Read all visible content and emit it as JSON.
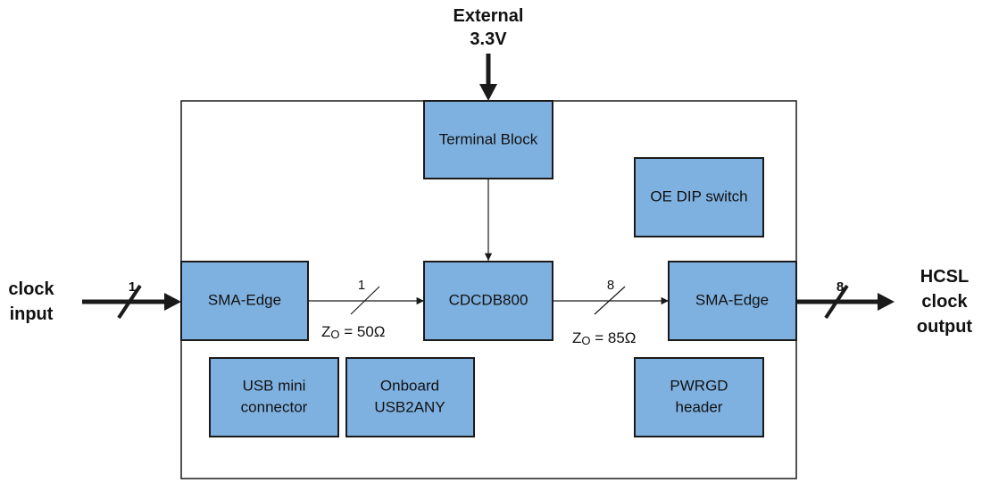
{
  "external_supply": {
    "line1": "External",
    "line2": "3.3V"
  },
  "clock_input": {
    "line1": "clock",
    "line2": "input",
    "bus_width": "1"
  },
  "clock_output": {
    "line1": "HCSL",
    "line2": "clock",
    "line3": "output",
    "bus_width": "8"
  },
  "blocks": {
    "terminal_block": "Terminal Block",
    "oe_dip_switch": "OE DIP switch",
    "sma_edge_in": "SMA-Edge",
    "cdcdb800": "CDCDB800",
    "sma_edge_out": "SMA-Edge",
    "usb_mini": {
      "line1": "USB mini",
      "line2": "connector"
    },
    "onboard_usb2any": {
      "line1": "Onboard",
      "line2": "USB2ANY"
    },
    "pwrgd_header": {
      "line1": "PWRGD",
      "line2": "header"
    }
  },
  "links": {
    "input_link": {
      "bus_width": "1",
      "impedance_label": "Z",
      "impedance_sub": "O",
      "impedance_value": " = 50Ω"
    },
    "output_link": {
      "bus_width": "8",
      "impedance_label": "Z",
      "impedance_sub": "O",
      "impedance_value": " = 85Ω"
    }
  },
  "colors": {
    "block_fill": "#7fb1e0",
    "stroke": "#1a1a1a"
  }
}
